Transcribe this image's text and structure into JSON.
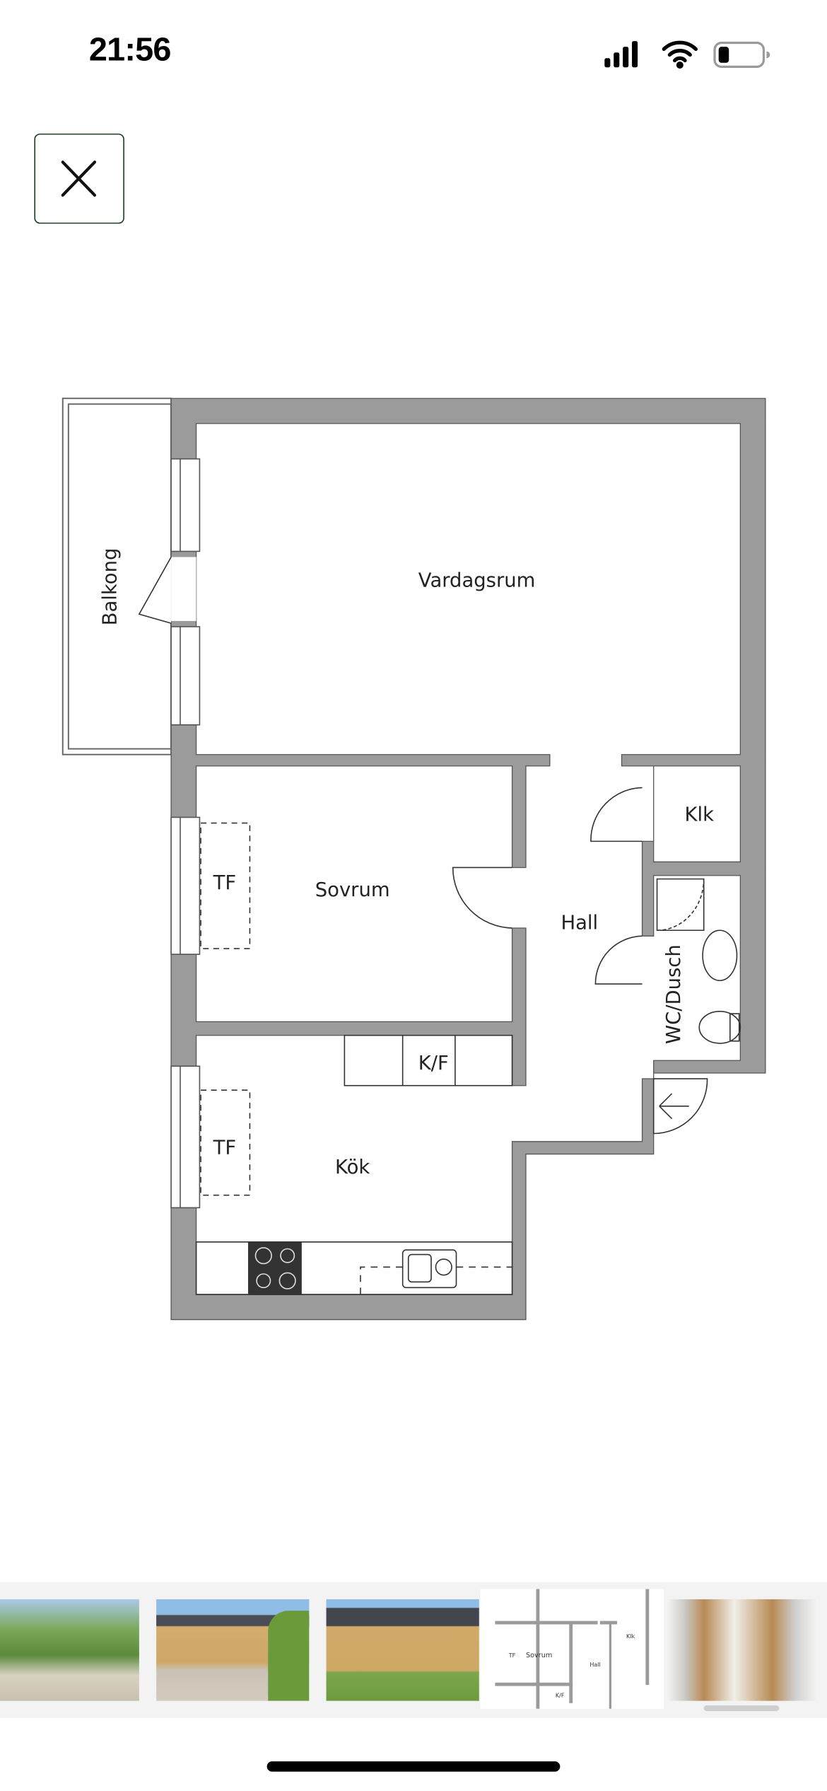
{
  "status_bar": {
    "time": "21:56",
    "icons": [
      "signal-icon",
      "wifi-icon",
      "battery-icon"
    ],
    "battery_level": 0.2
  },
  "close_button": {
    "icon": "close-icon",
    "border_color": "#1d3b22"
  },
  "floor_plan": {
    "rooms": {
      "balcony": "Balkong",
      "living_room": "Vardagsrum",
      "bedroom": "Sovrum",
      "hall": "Hall",
      "closet": "Klk",
      "bathroom": "WC/Dusch",
      "kitchen": "Kök"
    },
    "fixtures": {
      "wardrobe_1": "TF",
      "wardrobe_2": "TF",
      "fridge_freezer": "K/F"
    },
    "wall_color": "#9b9b9b"
  },
  "gallery": {
    "thumbnails": [
      {
        "kind": "garden photo"
      },
      {
        "kind": "building courtyard photo"
      },
      {
        "kind": "building facade photo"
      },
      {
        "kind": "floor plan",
        "labels": [
          "TF",
          "Sovrum",
          "Hall",
          "Klk",
          "K/F"
        ],
        "selected": true
      },
      {
        "kind": "3D floor plan"
      }
    ]
  }
}
